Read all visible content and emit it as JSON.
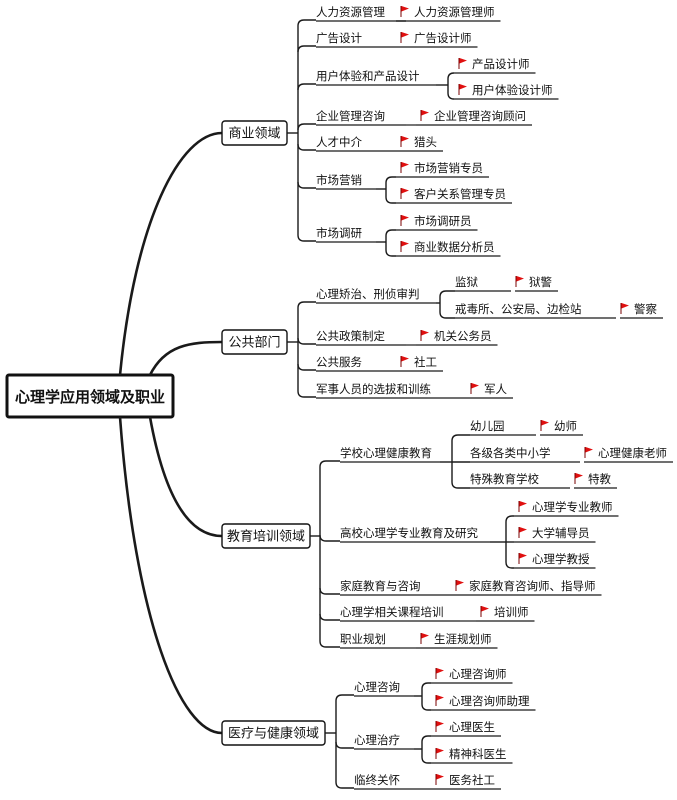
{
  "root": "心理学应用领域及职业",
  "branches": [
    {
      "label": "商业领域",
      "children": [
        {
          "label": "人力资源管理",
          "jobs": [
            "人力资源管理师"
          ]
        },
        {
          "label": "广告设计",
          "jobs": [
            "广告设计师"
          ]
        },
        {
          "label": "用户体验和产品设计",
          "jobs": [
            "产品设计师",
            "用户体验设计师"
          ]
        },
        {
          "label": "企业管理咨询",
          "jobs": [
            "企业管理咨询顾问"
          ]
        },
        {
          "label": "人才中介",
          "jobs": [
            "猎头"
          ]
        },
        {
          "label": "市场营销",
          "jobs": [
            "市场营销专员",
            "客户关系管理专员"
          ]
        },
        {
          "label": "市场调研",
          "jobs": [
            "市场调研员",
            "商业数据分析员"
          ]
        }
      ]
    },
    {
      "label": "公共部门",
      "children": [
        {
          "label": "心理矫治、刑侦审判",
          "sub": [
            {
              "label": "监狱",
              "jobs": [
                "狱警"
              ]
            },
            {
              "label": "戒毒所、公安局、边检站",
              "jobs": [
                "警察"
              ]
            }
          ]
        },
        {
          "label": "公共政策制定",
          "jobs": [
            "机关公务员"
          ]
        },
        {
          "label": "公共服务",
          "jobs": [
            "社工"
          ]
        },
        {
          "label": "军事人员的选拔和训练",
          "jobs": [
            "军人"
          ]
        }
      ]
    },
    {
      "label": "教育培训领域",
      "children": [
        {
          "label": "学校心理健康教育",
          "sub": [
            {
              "label": "幼儿园",
              "jobs": [
                "幼师"
              ]
            },
            {
              "label": "各级各类中小学",
              "jobs": [
                "心理健康老师"
              ]
            },
            {
              "label": "特殊教育学校",
              "jobs": [
                "特教"
              ]
            }
          ]
        },
        {
          "label": "高校心理学专业教育及研究",
          "jobs": [
            "心理学专业教师",
            "大学辅导员",
            "心理学教授"
          ]
        },
        {
          "label": "家庭教育与咨询",
          "jobs": [
            "家庭教育咨询师、指导师"
          ]
        },
        {
          "label": "心理学相关课程培训",
          "jobs": [
            "培训师"
          ]
        },
        {
          "label": "职业规划",
          "jobs": [
            "生涯规划师"
          ]
        }
      ]
    },
    {
      "label": "医疗与健康领域",
      "children": [
        {
          "label": "心理咨询",
          "jobs": [
            "心理咨询师",
            "心理咨询师助理"
          ]
        },
        {
          "label": "心理治疗",
          "jobs": [
            "心理医生",
            "精神科医生"
          ]
        },
        {
          "label": "临终关怀",
          "jobs": [
            "医务社工"
          ]
        }
      ]
    }
  ]
}
